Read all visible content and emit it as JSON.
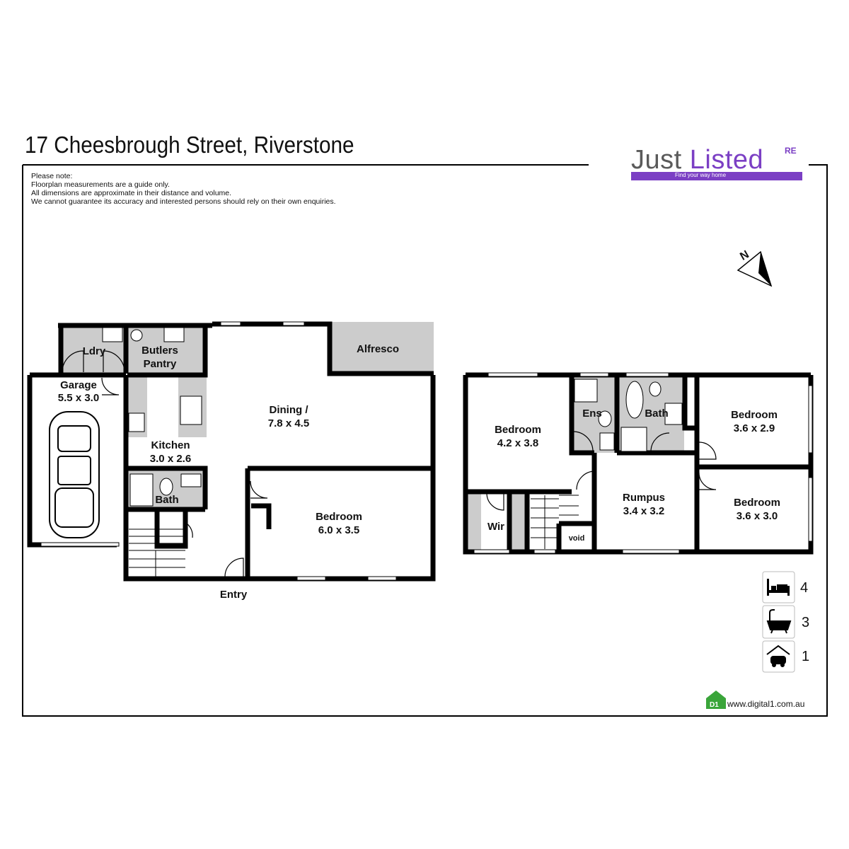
{
  "address": "17 Cheesbrough Street, Riverstone",
  "note": {
    "lines": [
      "Please note:",
      "Floorplan measurements are a guide only.",
      "All dimensions are approximate in their distance and volume.",
      "We cannot guarantee its accuracy and interested persons should rely on their own enquiries."
    ]
  },
  "logo": {
    "just": "Just ",
    "listed": "Listed",
    "re": "RE",
    "tagline": "Find your way home",
    "brand_color": "#7b3fc4"
  },
  "compass": {
    "label": "N",
    "icon": "compass-arrow-icon"
  },
  "ground_floor": {
    "ldry": "Ldry",
    "butlers_1": "Butlers",
    "butlers_2": "Pantry",
    "garage_name": "Garage",
    "garage_dim": "5.5 x 3.0",
    "alfresco": "Alfresco",
    "dining_name": "Dining /",
    "dining_dim": "7.8 x 4.5",
    "kitchen_name": "Kitchen",
    "kitchen_dim": "3.0 x 2.6",
    "bath": "Bath",
    "bedroom_name": "Bedroom",
    "bedroom_dim": "6.0 x 3.5",
    "entry": "Entry"
  },
  "first_floor": {
    "bedroom1_name": "Bedroom",
    "bedroom1_dim": "4.2 x 3.8",
    "ens": "Ens",
    "bath": "Bath",
    "bedroom2_name": "Bedroom",
    "bedroom2_dim": "3.6 x 2.9",
    "rumpus_name": "Rumpus",
    "rumpus_dim": "3.4 x 3.2",
    "bedroom3_name": "Bedroom",
    "bedroom3_dim": "3.6 x 3.0",
    "wir": "Wir",
    "void": "void"
  },
  "features": {
    "bedrooms": "4",
    "bathrooms": "3",
    "garage": "1"
  },
  "badge": "D1",
  "website": "www.digital1.com.au",
  "colors": {
    "wall": "#000000",
    "wet_area": "#cccccc"
  }
}
